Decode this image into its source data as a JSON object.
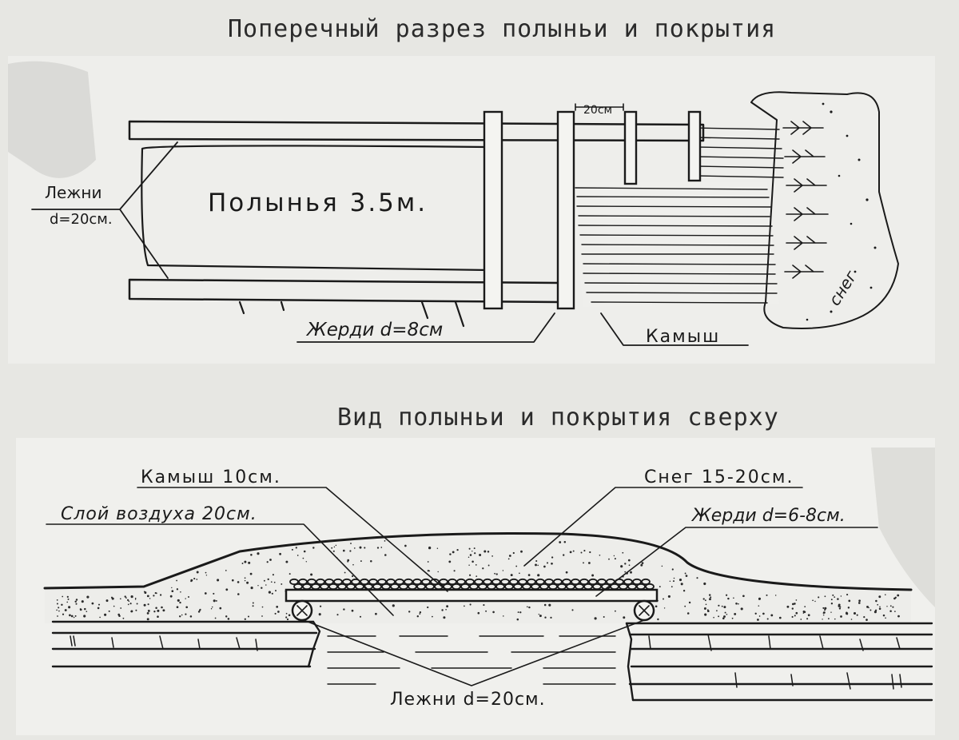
{
  "titles": {
    "section": "Поперечный разрез полыньи и покрытия",
    "top_view": "Вид полыньи и покрытия сверху"
  },
  "section_labels": {
    "lezhni_line1": "Лежни",
    "lezhni_line2": "d=20см.",
    "polynya": "Полынья 3.5м.",
    "spacing": "20см",
    "zherdi": "Жерди d=8см",
    "kamysh": "Камыш",
    "sneg": "снег"
  },
  "top_view_labels": {
    "kamysh": "Камыш 10см.",
    "sneg": "Снег 15-20см.",
    "air": "Слой воздуха 20см.",
    "zherdi": "Жерди d=6-8см.",
    "lezhni": "Лежни d=20см."
  }
}
